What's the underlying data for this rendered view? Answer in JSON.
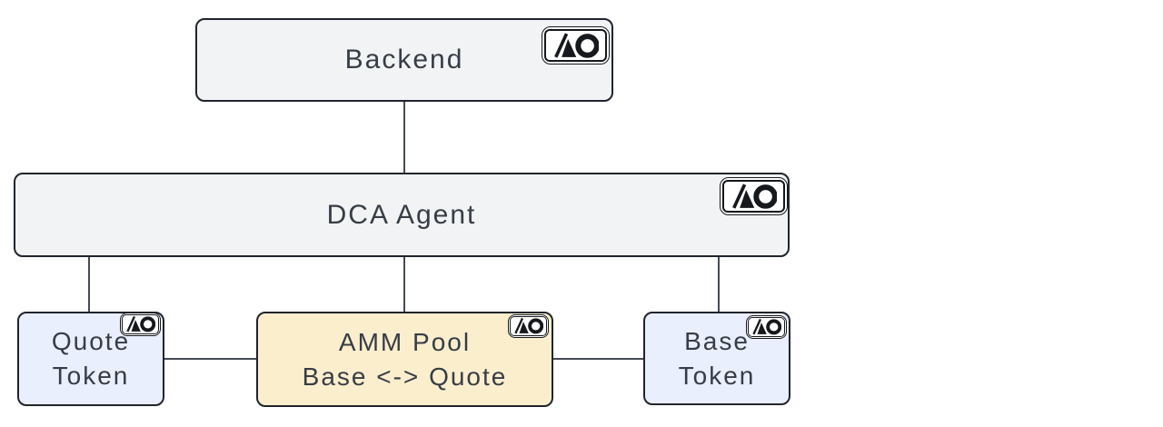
{
  "nodes": {
    "backend": {
      "label": "Backend"
    },
    "dca_agent": {
      "label": "DCA Agent"
    },
    "quote_token": {
      "label": "Quote\nToken"
    },
    "amm_pool": {
      "label": "AMM Pool\nBase <-> Quote"
    },
    "base_token": {
      "label": "Base\nToken"
    }
  },
  "icons": {
    "badge": "ao-logo"
  },
  "colors": {
    "node_fill_gray": "#f2f3f5",
    "node_fill_blue": "#e9effc",
    "node_fill_orange": "#fbeecd",
    "node_border": "#20252c",
    "connector": "#454b54",
    "label_text": "#373d46",
    "badge_background": "#ffffff",
    "badge_glyph": "#15181c"
  }
}
